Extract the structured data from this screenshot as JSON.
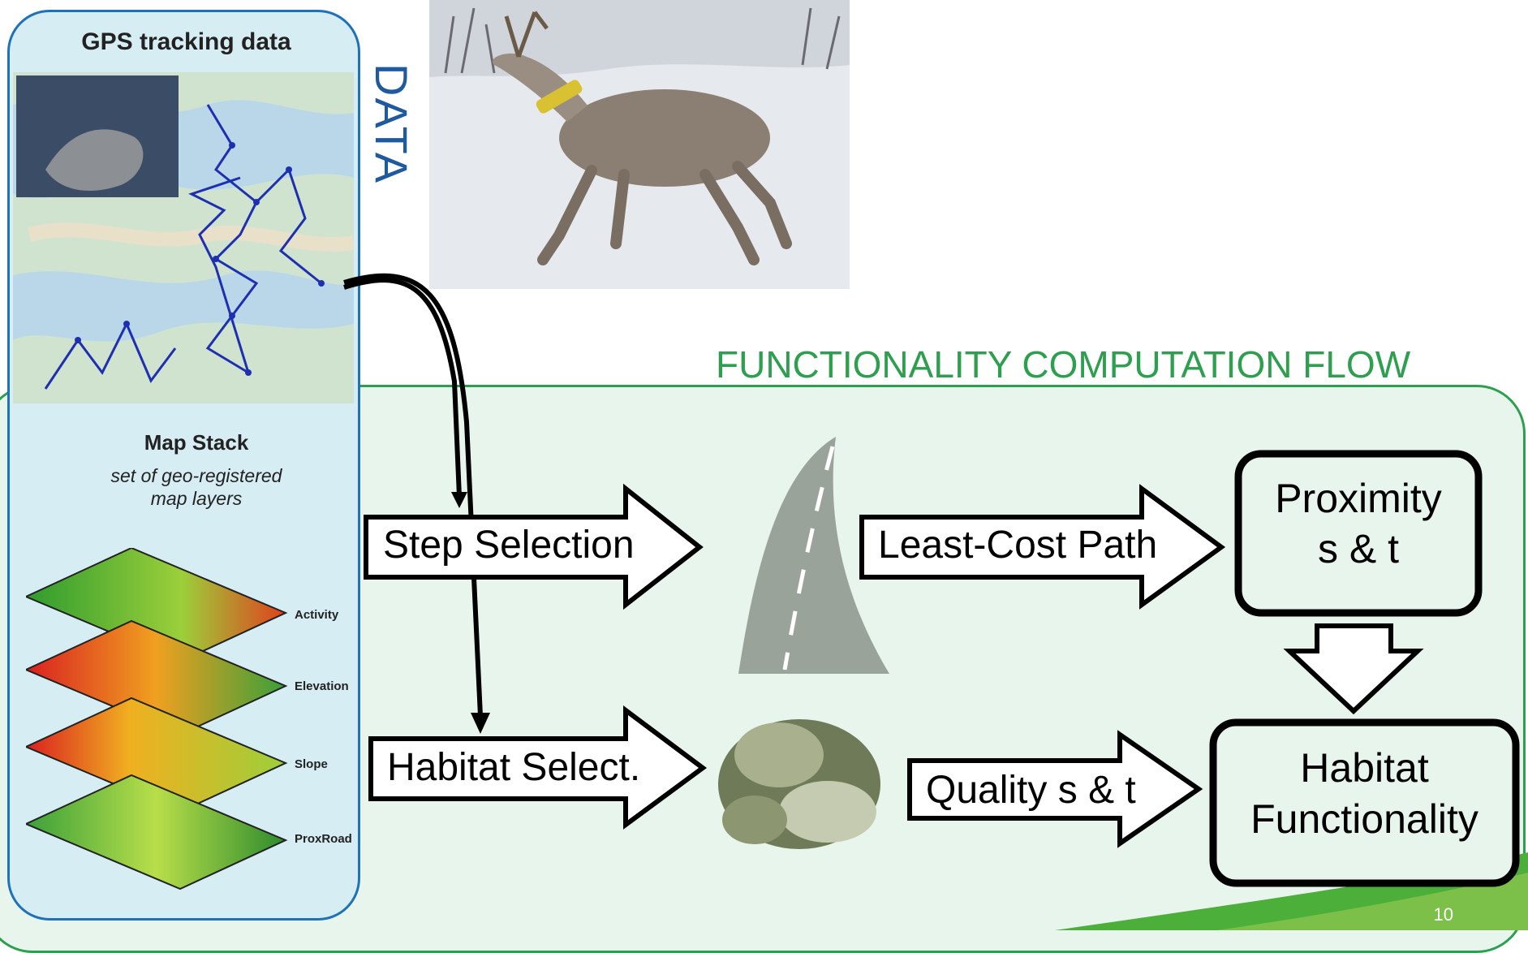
{
  "colors": {
    "flow_green": "#2e9e4f",
    "data_blue": "#1f72b8",
    "panel_fill_green": "#e8f5ec",
    "panel_fill_blue": "#d6edf3"
  },
  "data_section": {
    "title": "DATA",
    "gps_title": "GPS tracking data",
    "map_stack_title": "Map Stack",
    "map_stack_subtitle_1": "set of geo-registered",
    "map_stack_subtitle_2": "map layers",
    "layers": [
      "Activity",
      "Elevation",
      "Slope",
      "ProxRoad"
    ]
  },
  "flow_section": {
    "title": "FUNCTIONALITY COMPUTATION FLOW",
    "step_selection": "Step Selection",
    "habitat_select": "Habitat Select.",
    "least_cost_path": "Least-Cost Path",
    "quality": "Quality s & t",
    "proximity_line1": "Proximity",
    "proximity_line2": "s & t",
    "habitat_func_line1": "Habitat",
    "habitat_func_line2": "Functionality"
  },
  "slide_number": "10"
}
